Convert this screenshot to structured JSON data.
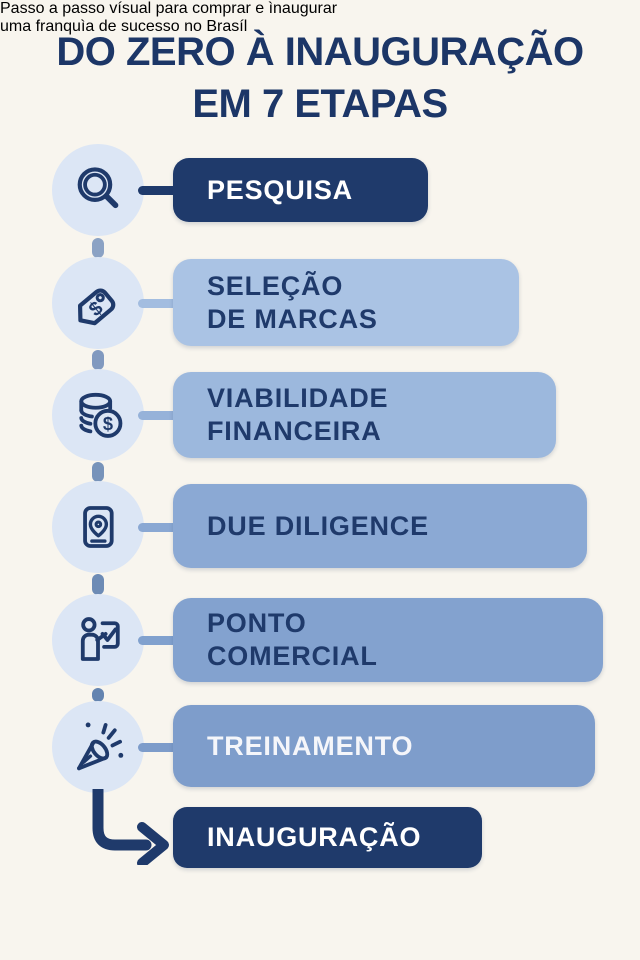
{
  "background_color": "#f8f5ee",
  "accent_navy": "#1f3a6b",
  "title": {
    "line1": "DO ZERO À INAUGURAÇÃO",
    "line2": "EM 7 ETAPAS",
    "color": "#1c3667"
  },
  "steps": [
    {
      "name": "pesquisa",
      "label1": "PESQUISA",
      "label2": "",
      "icon": "magnifier-icon",
      "box_bg": "#1f3a6b",
      "label_color": "#ffffff",
      "stub_color": "#1f3a6b"
    },
    {
      "name": "selecao-de-marcas",
      "label1": "SELEÇÃO",
      "label2": "DE MARCAS",
      "icon": "price-tag-icon",
      "box_bg": "#aac3e4",
      "label_color": "#1f3a6b",
      "stub_color": "#a3bde0"
    },
    {
      "name": "viabilidade-financeira",
      "label1": "VIABILIDADE",
      "label2": "FINANCEIRA",
      "icon": "coins-icon",
      "box_bg": "#9cb8dd",
      "label_color": "#1f3a6b",
      "stub_color": "#96b2d9"
    },
    {
      "name": "due-diligence",
      "label1": "DUE DILIGENCE",
      "label2": "",
      "icon": "location-document-icon",
      "box_bg": "#8ba9d4",
      "label_color": "#1f3a6b",
      "stub_color": "#8aa8d3"
    },
    {
      "name": "ponto-comercial",
      "label1": "PONTO",
      "label2": "COMERCIAL",
      "icon": "presenter-icon",
      "box_bg": "#83a2cf",
      "label_color": "#1f3a6b",
      "stub_color": "#81a1ce"
    },
    {
      "name": "treinamento",
      "label1": "TREINAMENTO",
      "label2": "",
      "icon": "party-popper-icon",
      "box_bg": "#7e9dcb",
      "label_color": "#f5f6fa",
      "stub_color": "#7d9cca"
    },
    {
      "name": "inauguracao",
      "label1": "INAUGURAÇÃO",
      "label2": "",
      "icon": "elbow-arrow-icon",
      "box_bg": "#1f3a6b",
      "label_color": "#ffffff",
      "stub_color": "#1f3a6b"
    }
  ],
  "connector": {
    "segment_colors": [
      "#8ba2c4",
      "#8199bf",
      "#7793ba",
      "#6d8bb5",
      "#6484b0"
    ],
    "arrow_color": "#1f3a6b",
    "circle_fill": "#dce6f5"
  },
  "caption": {
    "line1": "Passo a passo vísual para comprar e ìnaugurar",
    "line2": "uma franquìa de sucesso no Brasíl",
    "color": "#333f63"
  }
}
